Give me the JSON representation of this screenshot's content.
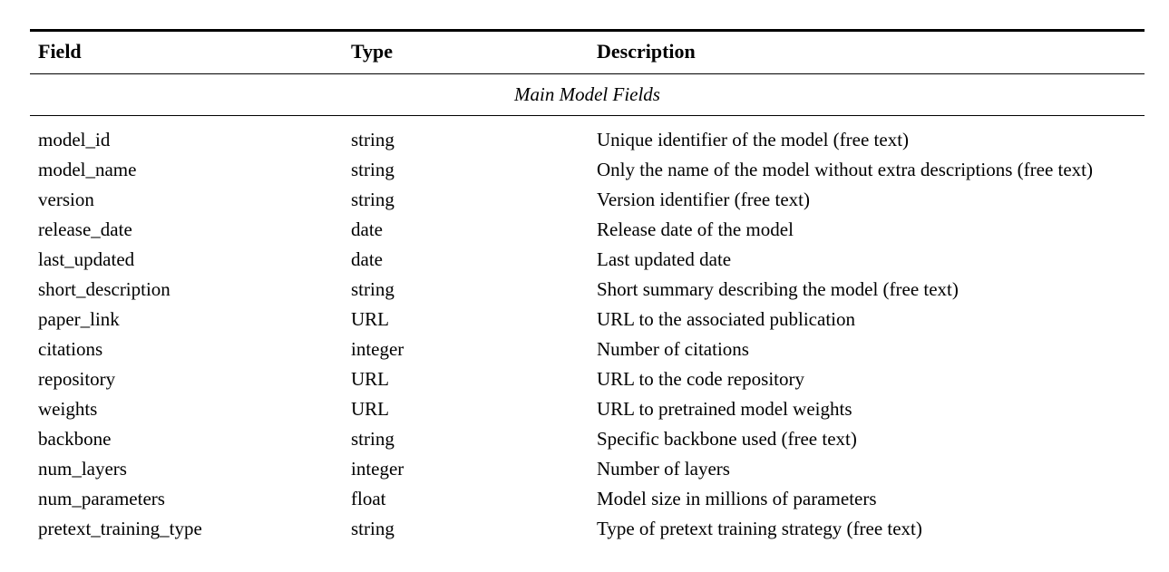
{
  "table": {
    "columns": [
      {
        "label": "Field"
      },
      {
        "label": "Type"
      },
      {
        "label": "Description"
      }
    ],
    "section_header": "Main Model Fields",
    "rows": [
      {
        "field": "model_id",
        "type": "string",
        "description": "Unique identifier of the model (free text)"
      },
      {
        "field": "model_name",
        "type": "string",
        "description": "Only the name of the model without extra descriptions (free text)"
      },
      {
        "field": "version",
        "type": "string",
        "description": "Version identifier (free text)"
      },
      {
        "field": "release_date",
        "type": "date",
        "description": "Release date of the model"
      },
      {
        "field": "last_updated",
        "type": "date",
        "description": "Last updated date"
      },
      {
        "field": "short_description",
        "type": "string",
        "description": "Short summary describing the model (free text)"
      },
      {
        "field": "paper_link",
        "type": "URL",
        "description": "URL to the associated publication"
      },
      {
        "field": "citations",
        "type": "integer",
        "description": "Number of citations"
      },
      {
        "field": "repository",
        "type": "URL",
        "description": "URL to the code repository"
      },
      {
        "field": "weights",
        "type": "URL",
        "description": "URL to pretrained model weights"
      },
      {
        "field": "backbone",
        "type": "string",
        "description": "Specific backbone used (free text)"
      },
      {
        "field": "num_layers",
        "type": "integer",
        "description": "Number of layers"
      },
      {
        "field": "num_parameters",
        "type": "float",
        "description": "Model size in millions of parameters"
      },
      {
        "field": "pretext_training_type",
        "type": "string",
        "description": "Type of pretext training strategy (free text)"
      }
    ],
    "colors": {
      "text": "#000000",
      "background": "#ffffff",
      "rule": "#000000"
    }
  }
}
